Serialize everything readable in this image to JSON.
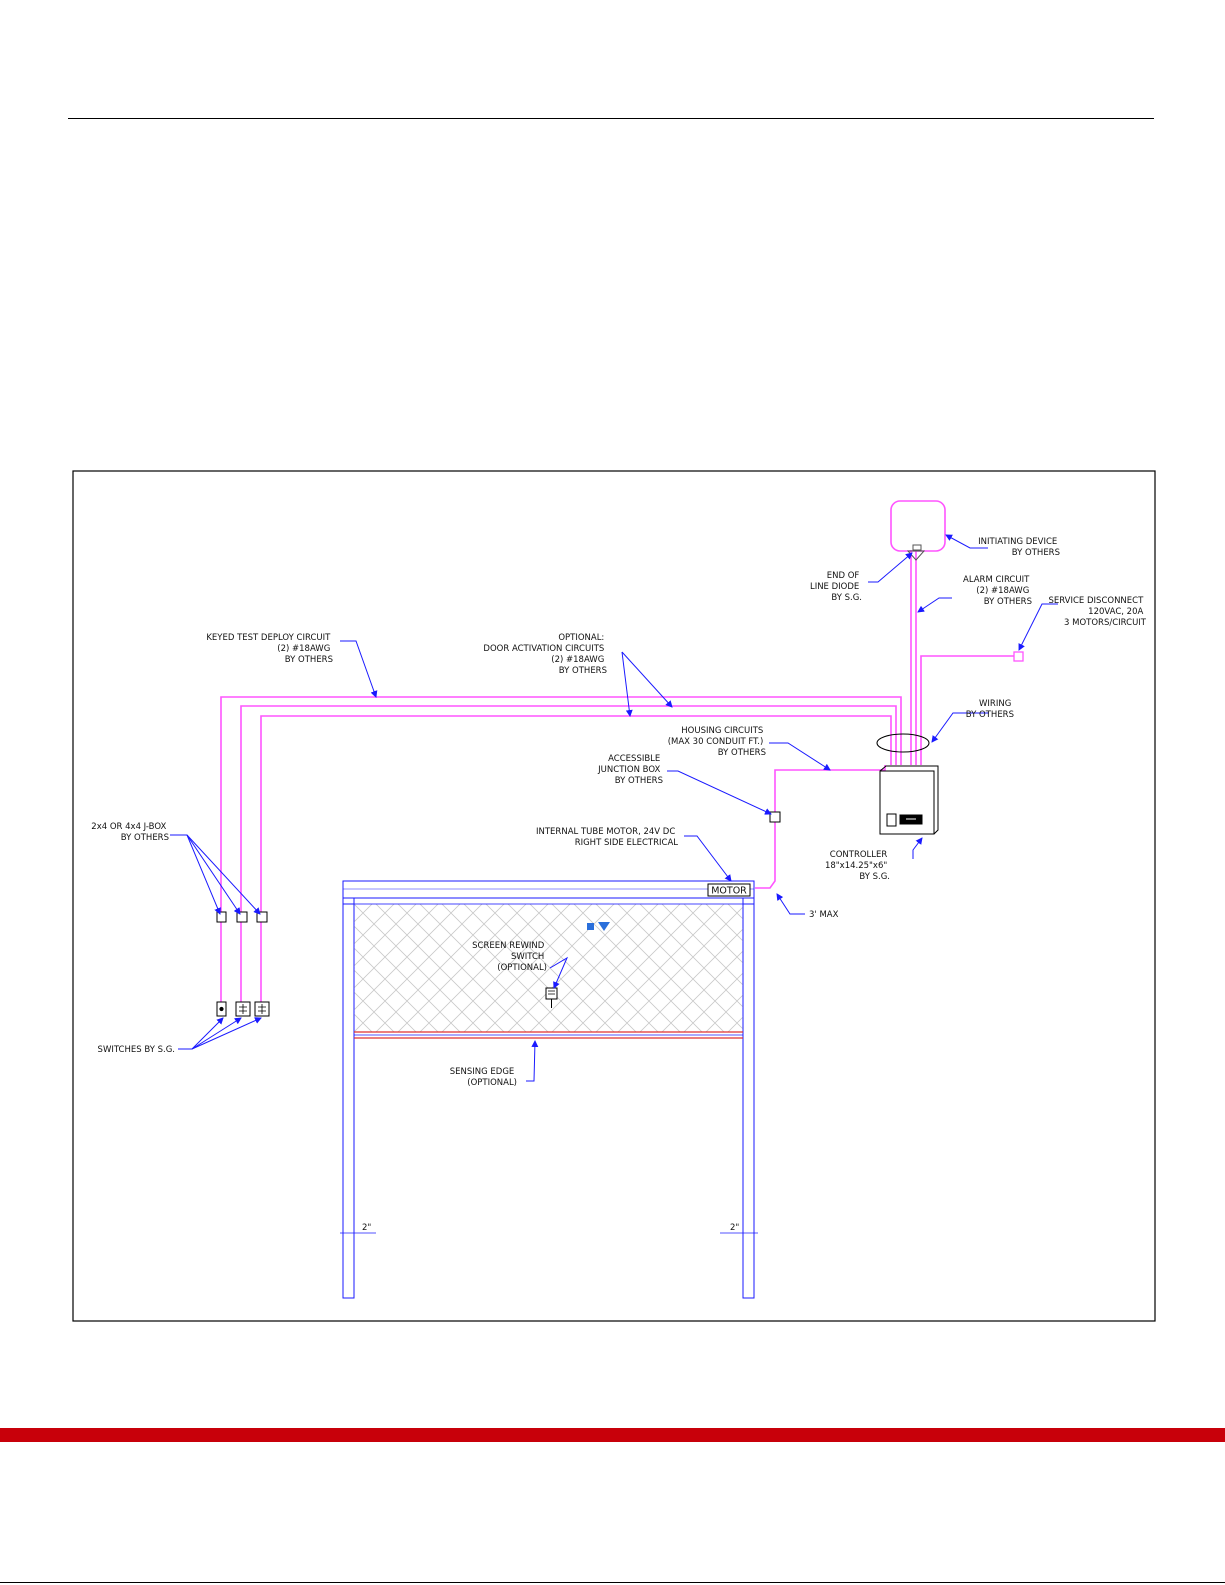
{
  "colors": {
    "wire": "#ff55ff",
    "leader": "#1a1aff",
    "footer": "#c8000a",
    "sensing_edge": "#e03030",
    "warning_text": "#ff2020"
  },
  "labels": {
    "initiating_device": [
      "INITIATING DEVICE",
      "BY OTHERS"
    ],
    "end_of_line_diode": [
      "END OF",
      "LINE DIODE",
      "BY S.G."
    ],
    "alarm_circuit": [
      "ALARM CIRCUIT",
      "(2) #18AWG",
      "BY OTHERS"
    ],
    "service_disconnect": [
      "SERVICE DISCONNECT",
      "120VAC, 20A",
      "3 MOTORS/CIRCUIT"
    ],
    "keyed_test": [
      "KEYED TEST DEPLOY CIRCUIT",
      "(2) #18AWG",
      "BY OTHERS"
    ],
    "door_activation": [
      "OPTIONAL:",
      "DOOR ACTIVATION CIRCUITS",
      "(2) #18AWG",
      "BY OTHERS"
    ],
    "wiring": [
      "WIRING",
      "BY OTHERS"
    ],
    "housing_circuits": [
      "HOUSING CIRCUITS",
      "(MAX 30 CONDUIT FT.)",
      "BY OTHERS"
    ],
    "junction_box": [
      "ACCESSIBLE",
      "JUNCTION BOX",
      "BY OTHERS"
    ],
    "tube_motor": [
      "INTERNAL TUBE MOTOR, 24V DC",
      "RIGHT SIDE ELECTRICAL"
    ],
    "controller": [
      "CONTROLLER",
      "18\"x14.25\"x6\"",
      "BY S.G."
    ],
    "three_max": "3' MAX",
    "jbox": [
      "2x4 OR 4x4 J-BOX",
      "BY OTHERS"
    ],
    "switches": "SWITCHES BY S.G.",
    "rewind_switch": [
      "SCREEN REWIND",
      "SWITCH",
      "(OPTIONAL)"
    ],
    "sensing_edge": [
      "SENSING EDGE",
      "(OPTIONAL)"
    ],
    "motor": "MOTOR",
    "dim_left": "2\"",
    "dim_right": "2\""
  }
}
